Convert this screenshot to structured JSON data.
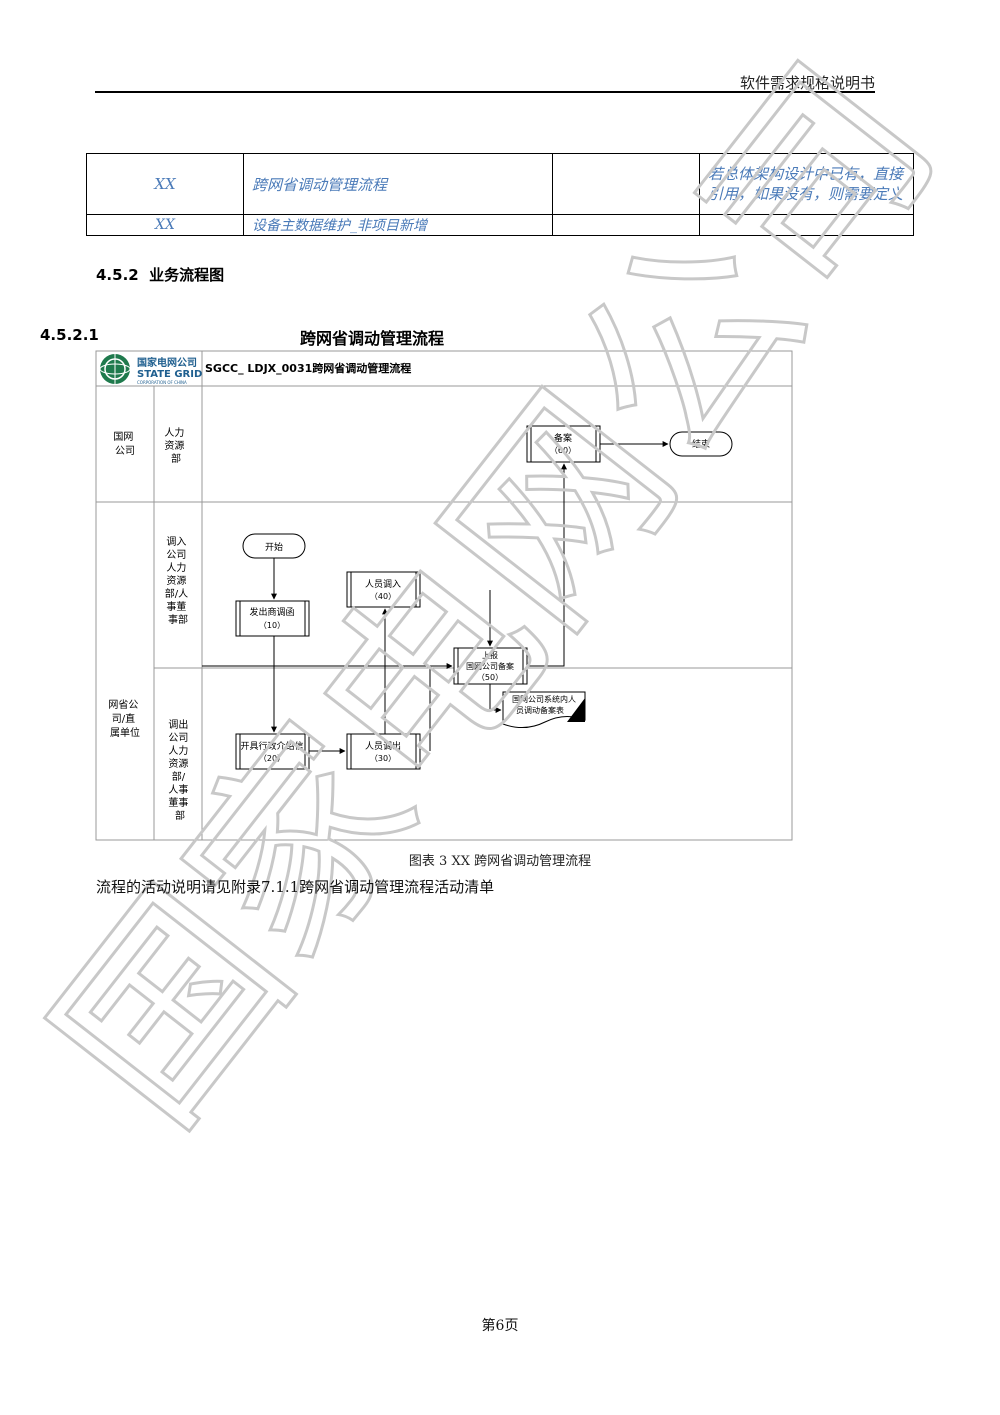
{
  "header": {
    "title": "软件需求规格说明书"
  },
  "table": {
    "rows": [
      {
        "col1": "XX",
        "col2": "跨网省调动管理流程",
        "col3": "",
        "col4": "若总体架构设计中已有，直接引用，如果没有，则需要定义"
      },
      {
        "col1": "XX",
        "col2": "设备主数据维护_非项目新增",
        "col3": "",
        "col4": ""
      }
    ]
  },
  "section": {
    "number": "4.5.2",
    "title": "业务流程图"
  },
  "subsection": {
    "number": "4.5.2.1",
    "title": "跨网省调动管理流程"
  },
  "diagram": {
    "logo_cn": "国家电网公司",
    "logo_en": "STATE GRID",
    "logo_sub": "CORPORATION OF CHINA",
    "title": "SGCC_ LDJX_0031跨网省调动管理流程",
    "lane_outer_1": [
      "国网",
      "公司"
    ],
    "lane_outer_2": [
      "网省公",
      "司/直",
      "属单位"
    ],
    "lane_inner_1": [
      "人力",
      "资源",
      "部"
    ],
    "lane_inner_2": [
      "调入",
      "公司",
      "人力",
      "资源",
      "部/人",
      "事董",
      "事部"
    ],
    "lane_inner_3": [
      "调出",
      "公司",
      "人力",
      "资源",
      "部/",
      "人事",
      "董事",
      "部"
    ],
    "start": "开始",
    "end": "结束",
    "step10": [
      "发出商调函",
      "（10）"
    ],
    "step20": [
      "开具行政介绍信",
      "（20）"
    ],
    "step30": [
      "人员调出",
      "（30）"
    ],
    "step40": [
      "人员调入",
      "（40）"
    ],
    "step50": [
      "上报",
      "国网公司备案",
      "（50）"
    ],
    "step60": [
      "备案",
      "（60）"
    ],
    "document": [
      "国网公司系统内人",
      "员调动备案表"
    ]
  },
  "figure_caption": "图表 3   XX 跨网省调动管理流程",
  "body_text": "流程的活动说明请见附录7.1.1跨网省调动管理流程活动清单",
  "watermark": "国家电网公司",
  "page_number": "第6页"
}
